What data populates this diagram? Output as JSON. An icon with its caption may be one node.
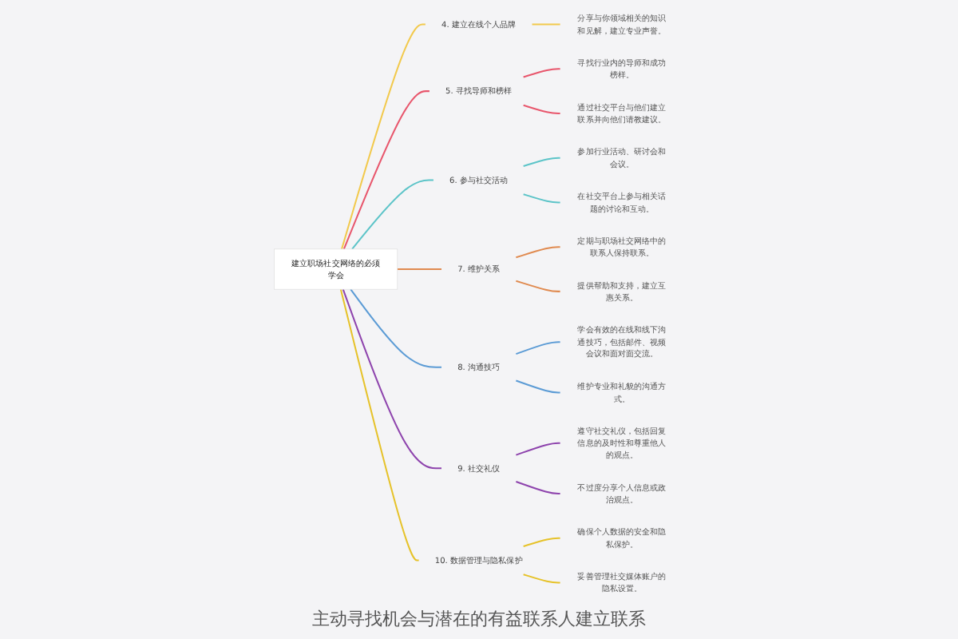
{
  "diagram": {
    "nodes": [
      {
        "text": [
          "建立职场社交网络的必须学会"
        ]
      },
      {
        "text": [
          "4. 建立在线个人品牌"
        ]
      },
      {
        "text": [
          "分享与你领域相关的知识和见解，建立专业声誉。"
        ]
      },
      {
        "text": [
          "5. 寻找导师和榜样"
        ]
      },
      {
        "text": [
          "寻找行业内的导师和成功榜样。"
        ]
      },
      {
        "text": [
          "通过社交平台与他们建立联系并向他们请教建议。"
        ]
      },
      {
        "text": [
          "6. 参与社交活动"
        ]
      },
      {
        "text": [
          "参加行业活动、研讨会和会议。"
        ]
      },
      {
        "text": [
          "在社交平台上参与相关话题的讨论和互动。"
        ]
      },
      {
        "text": [
          "7. 维护关系"
        ]
      },
      {
        "text": [
          "定期与职场社交网络中的联系人保持联系。"
        ]
      },
      {
        "text": [
          "提供帮助和支持，建立互惠关系。"
        ]
      },
      {
        "text": [
          "8. 沟通技巧"
        ]
      },
      {
        "text": [
          "学会有效的在线和线下沟通技巧，包括邮件、视频会议和面对面交流。"
        ]
      },
      {
        "text": [
          "维护专业和礼貌的沟通方式。"
        ]
      },
      {
        "text": [
          "9. 社交礼仪"
        ]
      },
      {
        "text": [
          "遵守社交礼仪，包括回复信息的及时性和尊重他人的观点。"
        ]
      },
      {
        "text": [
          "不过度分享个人信息或政治观点。"
        ]
      },
      {
        "text": [
          "10. 数据管理与隐私保护"
        ]
      },
      {
        "text": [
          "确保个人数据的安全和隐私保护。"
        ]
      },
      {
        "text": [
          "妥善管理社交媒体账户的隐私设置。"
        ]
      }
    ],
    "edges": [
      {
        "from": 0,
        "to": 1,
        "arrow": "none",
        "color": "#f2c94c"
      },
      {
        "from": 1,
        "to": 2,
        "arrow": "none",
        "color": "#f2c94c"
      },
      {
        "from": 0,
        "to": 3,
        "arrow": "none",
        "color": "#e8566c"
      },
      {
        "from": 3,
        "to": 4,
        "arrow": "none",
        "color": "#e8566c"
      },
      {
        "from": 3,
        "to": 5,
        "arrow": "none",
        "color": "#e8566c"
      },
      {
        "from": 0,
        "to": 6,
        "arrow": "none",
        "color": "#5cc4c8"
      },
      {
        "from": 6,
        "to": 7,
        "arrow": "none",
        "color": "#5cc4c8"
      },
      {
        "from": 6,
        "to": 8,
        "arrow": "none",
        "color": "#5cc4c8"
      },
      {
        "from": 0,
        "to": 9,
        "arrow": "none",
        "color": "#e08a4f"
      },
      {
        "from": 9,
        "to": 10,
        "arrow": "none",
        "color": "#e08a4f"
      },
      {
        "from": 9,
        "to": 11,
        "arrow": "none",
        "color": "#e08a4f"
      },
      {
        "from": 0,
        "to": 12,
        "arrow": "none",
        "color": "#5b9bd5"
      },
      {
        "from": 12,
        "to": 13,
        "arrow": "none",
        "color": "#5b9bd5"
      },
      {
        "from": 12,
        "to": 14,
        "arrow": "none",
        "color": "#5b9bd5"
      },
      {
        "from": 0,
        "to": 15,
        "arrow": "none",
        "color": "#8e44ad"
      },
      {
        "from": 15,
        "to": 16,
        "arrow": "none",
        "color": "#8e44ad"
      },
      {
        "from": 15,
        "to": 17,
        "arrow": "none",
        "color": "#8e44ad"
      },
      {
        "from": 0,
        "to": 18,
        "arrow": "none",
        "color": "#e6c229"
      },
      {
        "from": 18,
        "to": 19,
        "arrow": "none",
        "color": "#e6c229"
      },
      {
        "from": 18,
        "to": 20,
        "arrow": "none",
        "color": "#e6c229"
      }
    ],
    "labels": [
      "主动寻找机会与潜在的有益联系人建立联系"
    ]
  }
}
